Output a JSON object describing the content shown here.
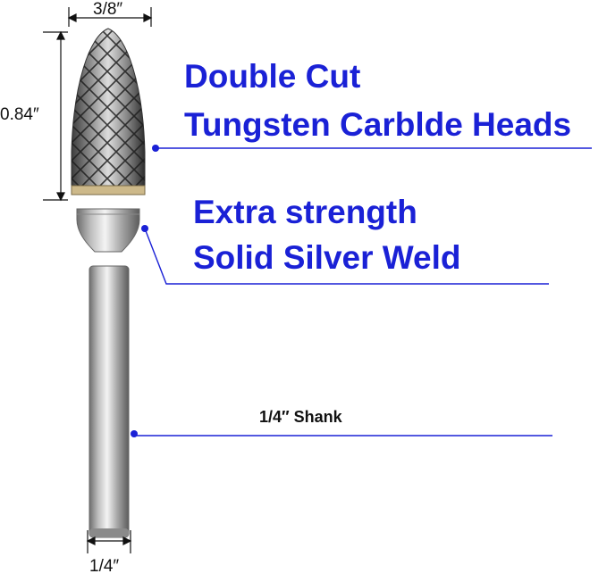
{
  "callouts": {
    "head": {
      "line1": "Double Cut",
      "line2": "Tungsten Carblde Heads"
    },
    "weld": {
      "line1": "Extra strength",
      "line2": "Solid Silver Weld"
    },
    "shank": {
      "label": "1/4″ Shank"
    }
  },
  "dimensions": {
    "head_diameter": "3/8″",
    "head_length": "0.84″",
    "shank_diameter": "1/4″"
  },
  "colors": {
    "callout_text": "#1a21d6",
    "leader_line": "#1a21d6",
    "dimension_line": "#111111"
  }
}
